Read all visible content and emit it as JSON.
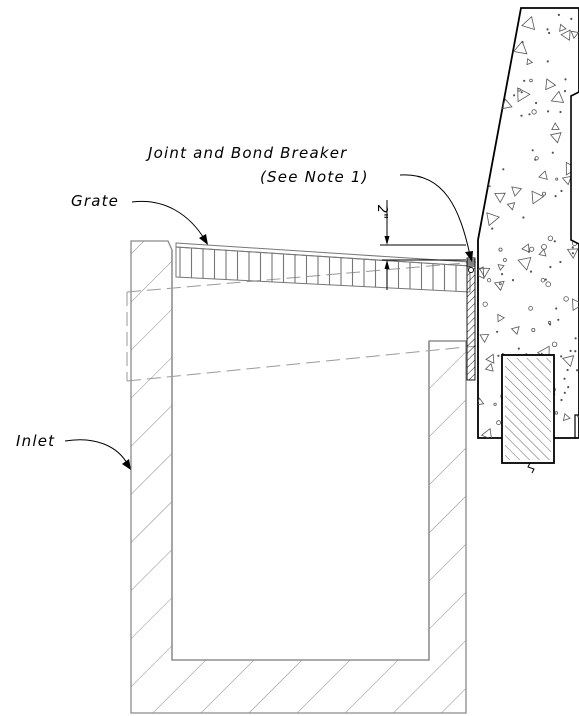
{
  "labels": {
    "joint_line1": "Joint and Bond Breaker",
    "joint_line2": "(See Note 1)",
    "grate": "Grate",
    "inlet": "Inlet",
    "dimension": "2\""
  }
}
